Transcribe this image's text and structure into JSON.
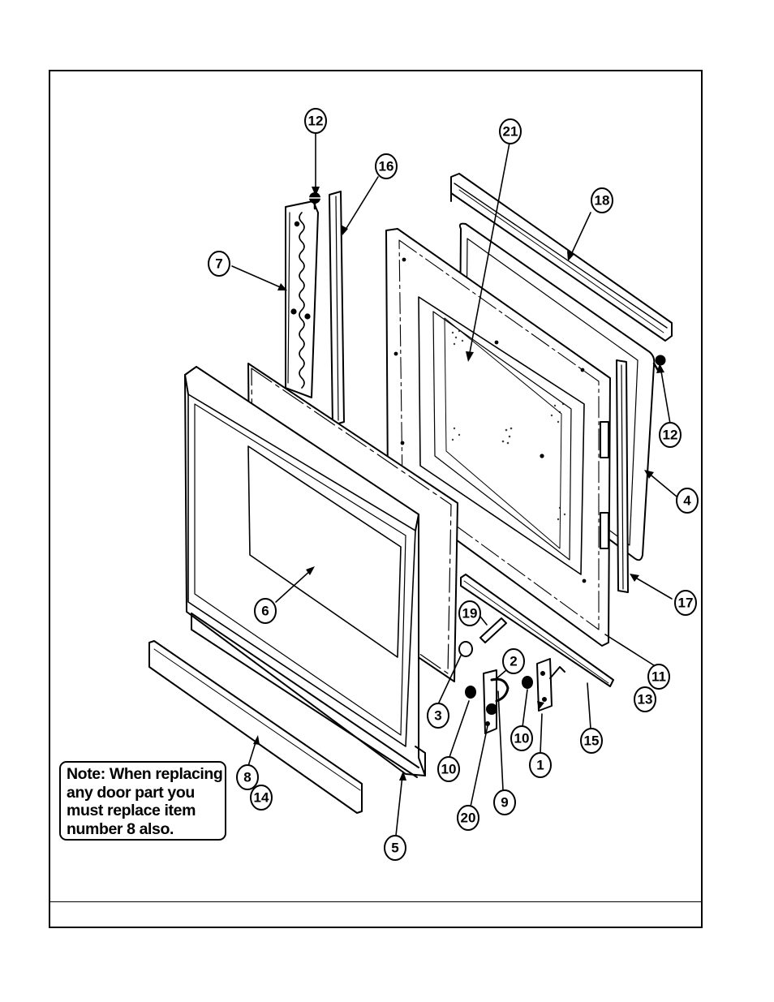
{
  "callouts": [
    {
      "id": "c12a",
      "label": "12"
    },
    {
      "id": "c16",
      "label": "16"
    },
    {
      "id": "c21",
      "label": "21"
    },
    {
      "id": "c18",
      "label": "18"
    },
    {
      "id": "c7",
      "label": "7"
    },
    {
      "id": "c12b",
      "label": "12"
    },
    {
      "id": "c4",
      "label": "4"
    },
    {
      "id": "c17",
      "label": "17"
    },
    {
      "id": "c6",
      "label": "6"
    },
    {
      "id": "c19",
      "label": "19"
    },
    {
      "id": "c11",
      "label": "11"
    },
    {
      "id": "c13",
      "label": "13"
    },
    {
      "id": "c2",
      "label": "2"
    },
    {
      "id": "c3",
      "label": "3"
    },
    {
      "id": "c10a",
      "label": "10"
    },
    {
      "id": "c10b",
      "label": "10"
    },
    {
      "id": "c15",
      "label": "15"
    },
    {
      "id": "c1",
      "label": "1"
    },
    {
      "id": "c9",
      "label": "9"
    },
    {
      "id": "c20",
      "label": "20"
    },
    {
      "id": "c8",
      "label": "8"
    },
    {
      "id": "c14",
      "label": "14"
    },
    {
      "id": "c5",
      "label": "5"
    }
  ],
  "note": {
    "line1": "Note:  When replacing",
    "line2": "any door part you",
    "line3": "must replace item",
    "line4": "number 8 also."
  }
}
